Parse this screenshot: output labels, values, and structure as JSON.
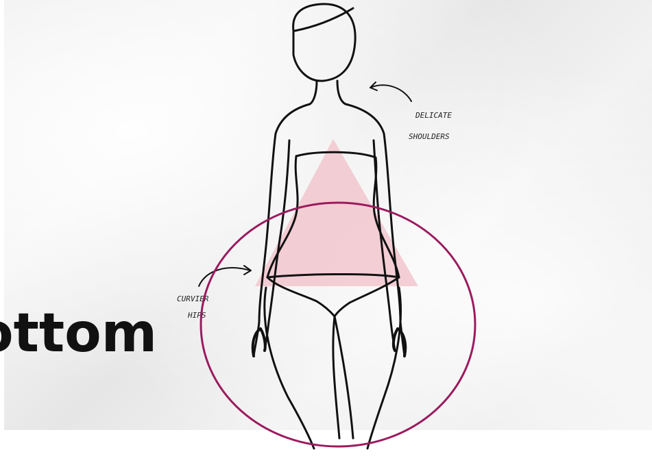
{
  "heading_fragment": "ottom",
  "labels": {
    "shoulders_line1": "DELICATE",
    "shoulders_line2": "SHOULDERS",
    "hips_line1": "CURVIER",
    "hips_line2": "HIPS"
  },
  "colors": {
    "triangle_fill": "#f2c9d0",
    "highlight_circle": "#9b1a5e",
    "ink": "#111111",
    "paper": "#ececec"
  }
}
